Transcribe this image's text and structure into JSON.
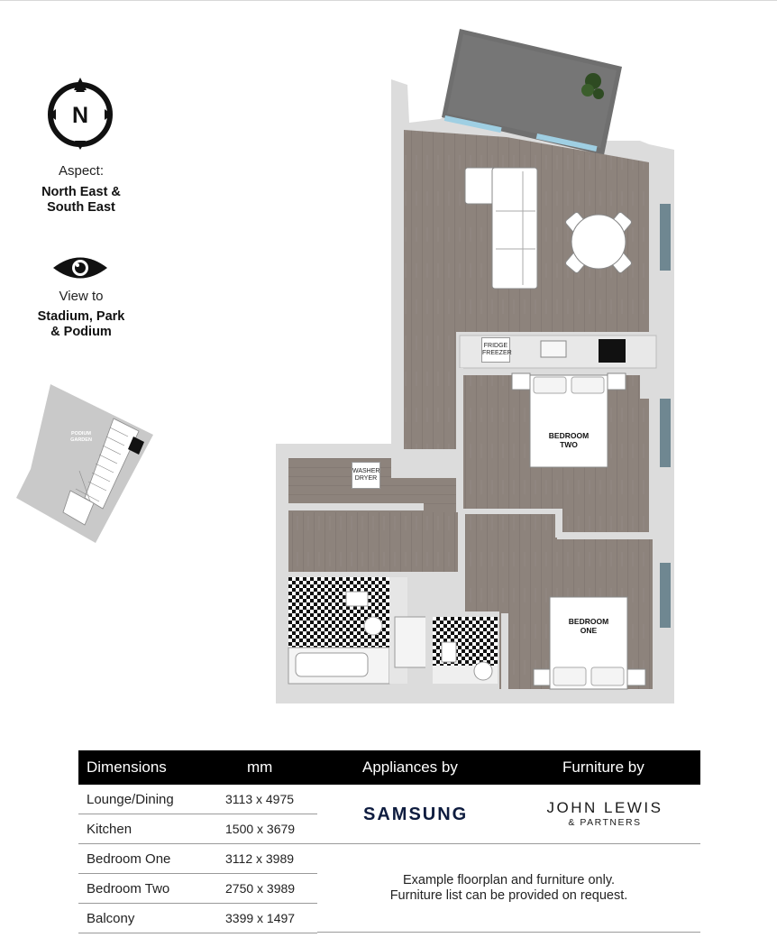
{
  "aspect": {
    "label": "Aspect:",
    "value_line1": "North East &",
    "value_line2": "South East"
  },
  "view": {
    "label": "View to",
    "value_line1": "Stadium, Park",
    "value_line2": "& Podium"
  },
  "compass": {
    "letter": "N"
  },
  "keyplan": {
    "label_line1": "PODIUM",
    "label_line2": "GARDEN"
  },
  "plan": {
    "bedroom_two": [
      "BEDROOM",
      "TWO"
    ],
    "bedroom_one": [
      "BEDROOM",
      "ONE"
    ],
    "fridge": [
      "FRIDGE",
      "FREEZER"
    ],
    "washer": [
      "WASHER",
      "DRYER"
    ]
  },
  "table": {
    "headers": [
      "Dimensions",
      "mm",
      "Appliances by",
      "Furniture by"
    ],
    "rows": [
      {
        "room": "Lounge/Dining",
        "dim": "3113 x 4975"
      },
      {
        "room": "Kitchen",
        "dim": "1500 x 3679"
      },
      {
        "room": "Bedroom One",
        "dim": "3112 x 3989"
      },
      {
        "room": "Bedroom Two",
        "dim": "2750 x 3989"
      },
      {
        "room": "Balcony",
        "dim": "3399 x 1497"
      }
    ],
    "appliances_brand": "SAMSUNG",
    "furniture_brand_line1": "JOHN LEWIS",
    "furniture_brand_line2": "& PARTNERS",
    "note_line1": "Example floorplan and furniture only.",
    "note_line2": "Furniture list can be provided on request."
  }
}
